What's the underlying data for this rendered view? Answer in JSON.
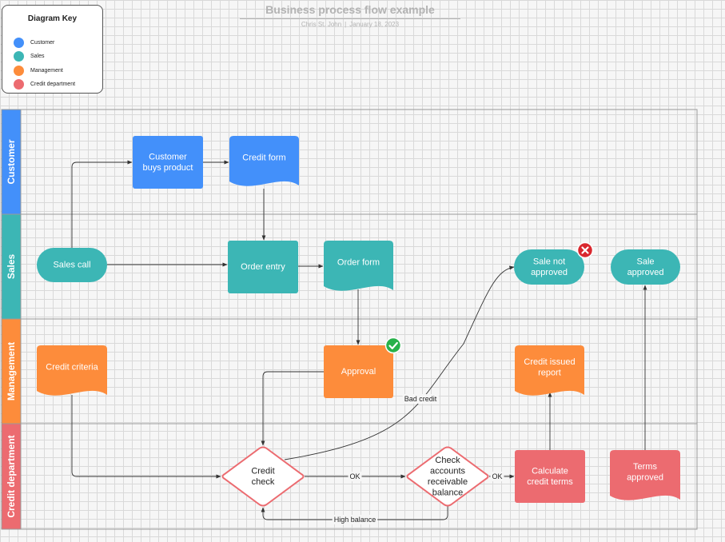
{
  "header": {
    "title": "Business process flow example",
    "author": "Chris St. John",
    "separator": "|",
    "date": "January 18, 2023"
  },
  "key": {
    "title": "Diagram Key",
    "items": [
      {
        "label": "Customer",
        "color": "#4390fa"
      },
      {
        "label": "Sales",
        "color": "#3cb6b5"
      },
      {
        "label": "Management",
        "color": "#fd8c3b"
      },
      {
        "label": "Credit department",
        "color": "#ec6b70"
      }
    ]
  },
  "lanes": [
    {
      "id": "customer",
      "label": "Customer",
      "color": "#4390fa"
    },
    {
      "id": "sales",
      "label": "Sales",
      "color": "#3cb6b5"
    },
    {
      "id": "management",
      "label": "Management",
      "color": "#fd8c3b"
    },
    {
      "id": "credit",
      "label": "Credit department",
      "color": "#ec6b70"
    }
  ],
  "nodes": [
    {
      "id": "customer-buys-product",
      "lines": [
        "Customer",
        "buys product"
      ],
      "lane": "customer",
      "shape": "process"
    },
    {
      "id": "credit-form",
      "lines": [
        "Credit form"
      ],
      "lane": "customer",
      "shape": "document"
    },
    {
      "id": "sales-call",
      "lines": [
        "Sales call"
      ],
      "lane": "sales",
      "shape": "terminator"
    },
    {
      "id": "order-entry",
      "lines": [
        "Order entry"
      ],
      "lane": "sales",
      "shape": "process"
    },
    {
      "id": "order-form",
      "lines": [
        "Order form"
      ],
      "lane": "sales",
      "shape": "document"
    },
    {
      "id": "sale-not-approved",
      "lines": [
        "Sale not",
        "approved"
      ],
      "lane": "sales",
      "shape": "terminator"
    },
    {
      "id": "sale-approved",
      "lines": [
        "Sale",
        "approved"
      ],
      "lane": "sales",
      "shape": "terminator"
    },
    {
      "id": "credit-criteria",
      "lines": [
        "Credit criteria"
      ],
      "lane": "management",
      "shape": "document"
    },
    {
      "id": "approval",
      "lines": [
        "Approval"
      ],
      "lane": "management",
      "shape": "process"
    },
    {
      "id": "credit-issued-report",
      "lines": [
        "Credit issued",
        "report"
      ],
      "lane": "management",
      "shape": "document"
    },
    {
      "id": "credit-check",
      "lines": [
        "Credit",
        "check"
      ],
      "lane": "credit",
      "shape": "decision"
    },
    {
      "id": "check-accounts",
      "lines": [
        "Check",
        "accounts",
        "receivable",
        "balance"
      ],
      "lane": "credit",
      "shape": "decision"
    },
    {
      "id": "calculate-credit-terms",
      "lines": [
        "Calculate",
        "credit terms"
      ],
      "lane": "credit",
      "shape": "process"
    },
    {
      "id": "terms-approved",
      "lines": [
        "Terms",
        "approved"
      ],
      "lane": "credit",
      "shape": "document"
    }
  ],
  "edges": [
    {
      "from": "sales-call",
      "to": "customer-buys-product",
      "label": ""
    },
    {
      "from": "customer-buys-product",
      "to": "credit-form",
      "label": ""
    },
    {
      "from": "credit-form",
      "to": "order-entry",
      "label": ""
    },
    {
      "from": "sales-call",
      "to": "order-entry",
      "label": ""
    },
    {
      "from": "order-entry",
      "to": "order-form",
      "label": ""
    },
    {
      "from": "order-form",
      "to": "approval",
      "label": ""
    },
    {
      "from": "approval",
      "to": "credit-check",
      "label": ""
    },
    {
      "from": "credit-criteria",
      "to": "credit-check",
      "label": ""
    },
    {
      "from": "credit-check",
      "to": "sale-not-approved",
      "label": "Bad credit"
    },
    {
      "from": "credit-check",
      "to": "check-accounts",
      "label": "OK"
    },
    {
      "from": "check-accounts",
      "to": "credit-check",
      "label": "High balance"
    },
    {
      "from": "check-accounts",
      "to": "calculate-credit-terms",
      "label": "OK"
    },
    {
      "from": "calculate-credit-terms",
      "to": "credit-issued-report",
      "label": ""
    },
    {
      "from": "terms-approved",
      "to": "sale-approved",
      "label": ""
    }
  ],
  "badges": [
    {
      "on": "sale-not-approved",
      "kind": "x-icon",
      "color": "#d9272e"
    },
    {
      "on": "approval",
      "kind": "check-icon",
      "color": "#27b14a"
    }
  ]
}
